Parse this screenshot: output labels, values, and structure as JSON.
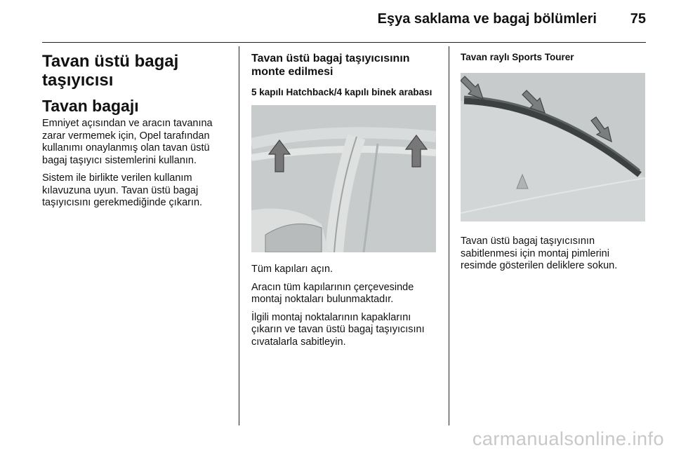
{
  "header": {
    "title": "Eşya saklama ve bagaj bölümleri",
    "page_number": "75"
  },
  "col1": {
    "heading": "Tavan üstü bagaj taşıyıcısı",
    "subheading": "Tavan bagajı",
    "paragraphs": [
      "Emniyet açısından ve aracın tavanına zarar vermemek için, Opel tarafından kullanımı onaylanmış olan tavan üstü bagaj taşıyıcı sistemlerini kullanın.",
      "Sistem ile birlikte verilen kullanım kılavuzuna uyun. Tavan üstü bagaj taşıyıcısını gerekmediğinde çıkarın."
    ]
  },
  "col2": {
    "heading": "Tavan üstü bagaj taşıyıcısının monte edilmesi",
    "subheading": "5 kapılı Hatchback/4 kapılı binek arabası",
    "paragraphs": [
      "Tüm kapıları açın.",
      "Aracın tüm kapılarının çerçevesinde montaj noktaları bulunmaktadır.",
      "İlgili montaj noktalarının kapaklarını çıkarın ve tavan üstü bagaj taşıyıcısını cıvatalarla sabitleyin."
    ]
  },
  "col3": {
    "subheading": "Tavan raylı Sports Tourer",
    "paragraphs": [
      "Tavan üstü bagaj taşıyıcısının sabitlenmesi için montaj pimlerini resimde gösterilen deliklere sokun."
    ]
  },
  "footer": {
    "watermark": "carmanualsonline.info"
  }
}
